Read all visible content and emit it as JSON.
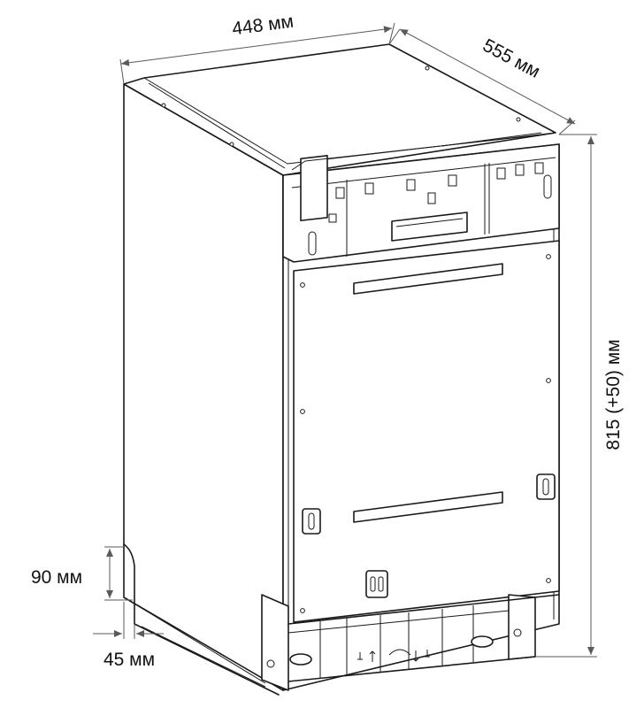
{
  "dimensions": {
    "width": "448 мм",
    "depth": "555 мм",
    "height": "815 (+50) мм",
    "plinth_height": "90 мм",
    "plinth_depth": "45 мм"
  },
  "colors": {
    "line": "#1a1a1a",
    "dimension_line": "#5a5a5a",
    "background": "#ffffff"
  }
}
